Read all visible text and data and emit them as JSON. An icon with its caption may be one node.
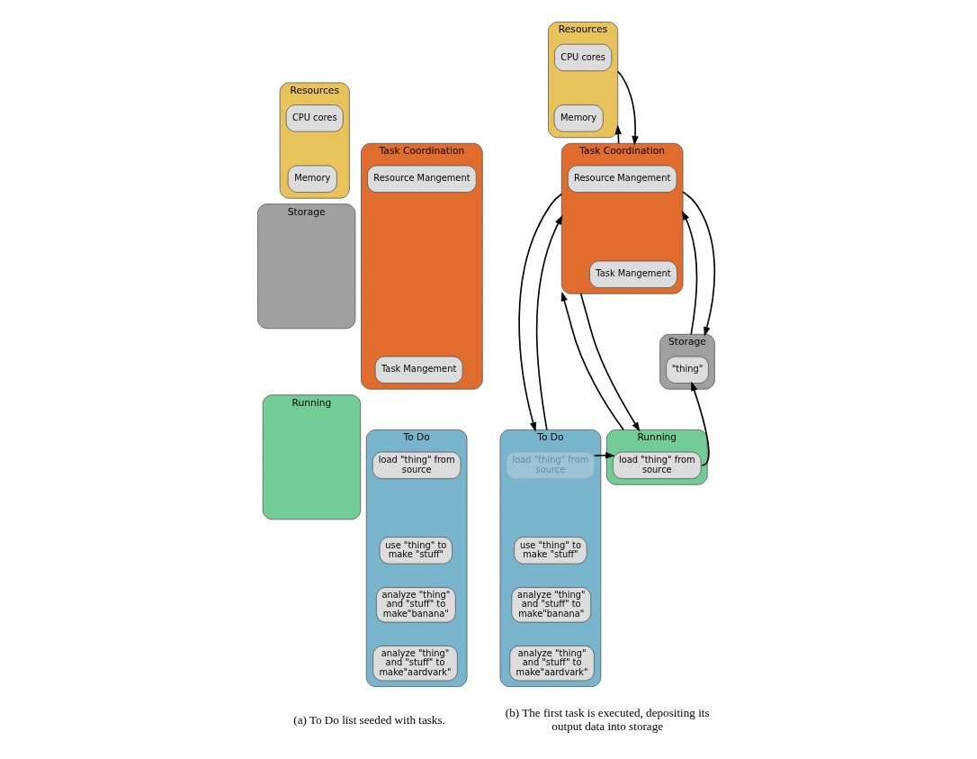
{
  "diagram": {
    "nodes": [
      {
        "text": [
          "Task Coordination"
        ]
      },
      {
        "text": [
          "Resource Mangement"
        ],
        "in": 0
      },
      {
        "text": [
          "Task Mangement"
        ],
        "in": 0
      },
      {
        "text": [
          "Resources"
        ]
      },
      {
        "text": [
          "CPU cores"
        ],
        "in": 3
      },
      {
        "text": [
          "Memory"
        ],
        "in": 3
      },
      {
        "text": [
          "Storage"
        ]
      },
      {
        "text": [
          "To Do"
        ]
      },
      {
        "text": [
          "load \"thing\" from source"
        ],
        "in": 7
      },
      {
        "text": [
          "use \"thing\" to make \"stuff\""
        ],
        "in": 7
      },
      {
        "text": [
          "analyze \"thing\" and \"stuff\" to make\"banana\""
        ],
        "in": 7
      },
      {
        "text": [
          "analyze \"thing\" and \"stuff\" to make\"aardvark\""
        ],
        "in": 7
      },
      {
        "text": [
          "Running"
        ]
      },
      {
        "text": [
          "Resources"
        ]
      },
      {
        "text": [
          "CPU cores"
        ],
        "in": 13
      },
      {
        "text": [
          "Memory"
        ],
        "in": 13
      },
      {
        "text": [
          "Task Coordination"
        ]
      },
      {
        "text": [
          "Resource Mangement"
        ],
        "in": 16
      },
      {
        "text": [
          "Task Mangement"
        ],
        "in": 16
      },
      {
        "text": [
          "Storage"
        ]
      },
      {
        "text": [
          "\"thing\""
        ],
        "in": 19
      },
      {
        "text": [
          "To Do"
        ]
      },
      {
        "text": [
          "load \"thing\" from source"
        ],
        "in": 21
      },
      {
        "text": [
          "use \"thing\" to make \"stuff\""
        ],
        "in": 21
      },
      {
        "text": [
          "analyze \"thing\" and \"stuff\" to make\"banana\""
        ],
        "in": 21
      },
      {
        "text": [
          "analyze \"thing\" and \"stuff\" to make\"aardvark\""
        ],
        "in": 21
      },
      {
        "text": [
          "Running"
        ]
      },
      {
        "text": [
          "load \"thing\" from source"
        ],
        "in": 26
      }
    ],
    "edges": [
      {
        "from": 16,
        "to": 13,
        "arrow": "to"
      },
      {
        "from": 13,
        "to": 16,
        "arrow": "to"
      },
      {
        "from": 19,
        "to": 16,
        "arrow": "to"
      },
      {
        "from": 16,
        "to": 19,
        "arrow": "to"
      },
      {
        "from": 16,
        "to": 21,
        "arrow": "to"
      },
      {
        "from": 21,
        "to": 16,
        "arrow": "to"
      },
      {
        "from": 26,
        "to": 16,
        "arrow": "to"
      },
      {
        "from": 16,
        "to": 26,
        "arrow": "to"
      },
      {
        "from": 22,
        "to": 27,
        "arrow": "to"
      },
      {
        "from": 27,
        "to": 20,
        "arrow": "to"
      }
    ],
    "labels": [
      "(a) To Do list seeded with tasks.",
      "(b) The first task is executed, depositing its output data into storage"
    ]
  }
}
